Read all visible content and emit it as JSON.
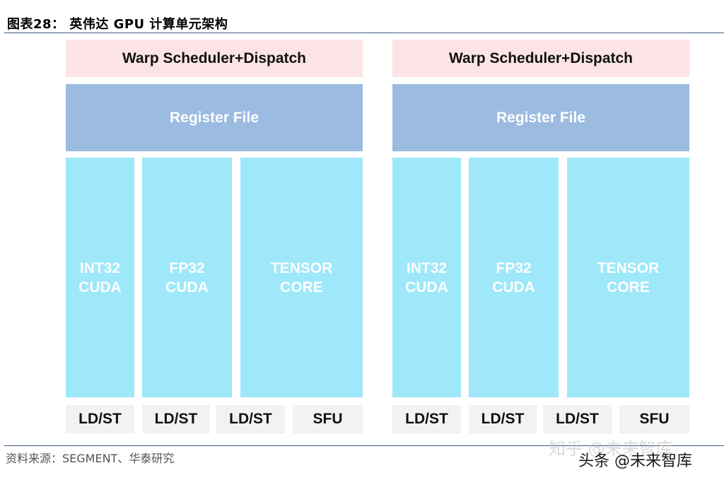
{
  "figure": {
    "title": "图表28：  英伟达 GPU 计算单元架构",
    "source": "资料来源：SEGMENT、华泰研究",
    "watermark_light": "知乎 @未来智库",
    "watermark_dark": "头条 @未来智库"
  },
  "sm_units": [
    {
      "warp": "Warp Scheduler+Dispatch",
      "register_file": "Register File",
      "units": [
        {
          "line1": "INT32",
          "line2": "CUDA"
        },
        {
          "line1": "FP32",
          "line2": "CUDA"
        },
        {
          "line1": "TENSOR",
          "line2": "CORE"
        }
      ],
      "bottom": [
        "LD/ST",
        "LD/ST",
        "LD/ST",
        "SFU"
      ]
    },
    {
      "warp": "Warp Scheduler+Dispatch",
      "register_file": "Register File",
      "units": [
        {
          "line1": "INT32",
          "line2": "CUDA"
        },
        {
          "line1": "FP32",
          "line2": "CUDA"
        },
        {
          "line1": "TENSOR",
          "line2": "CORE"
        }
      ],
      "bottom": [
        "LD/ST",
        "LD/ST",
        "LD/ST",
        "SFU"
      ]
    }
  ],
  "colors": {
    "warp_bg": "#fce4e6",
    "register_file_bg": "#9bbbe0",
    "unit_bg": "#9ee8fa",
    "bottom_cell_bg": "#f2f2f2",
    "rule": "#3d5a80"
  }
}
